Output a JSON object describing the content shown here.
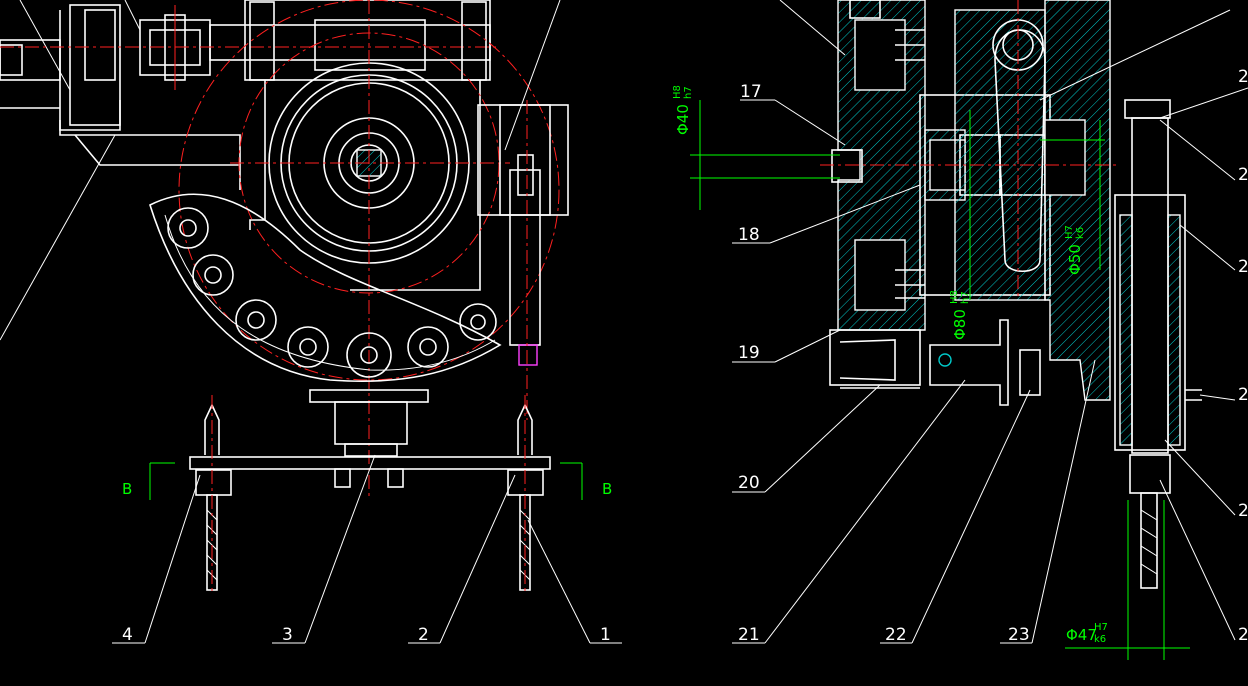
{
  "colors": {
    "background": "#000000",
    "outline": "#ffffff",
    "centerline": "#ff2020",
    "dimension": "#00ff00",
    "hatch": "#00c8c8"
  },
  "left_view": {
    "callouts": [
      "4",
      "3",
      "2",
      "1"
    ],
    "section_marks": [
      "B",
      "B"
    ]
  },
  "right_view": {
    "callouts_left": [
      "17",
      "18",
      "19",
      "20",
      "21",
      "22",
      "23"
    ],
    "callouts_right_partial": [
      "2",
      "2",
      "2",
      "2",
      "2",
      "2"
    ],
    "dimensions": {
      "d40": {
        "main": "Φ40",
        "upper": "H8",
        "lower": "h7"
      },
      "d80": {
        "main": "Φ80",
        "upper": "H8",
        "lower": "h7"
      },
      "d50": {
        "main": "Φ50",
        "upper": "H7",
        "lower": "k6"
      },
      "d47": {
        "main": "Φ47",
        "upper": "H7",
        "lower": "k6"
      }
    }
  }
}
